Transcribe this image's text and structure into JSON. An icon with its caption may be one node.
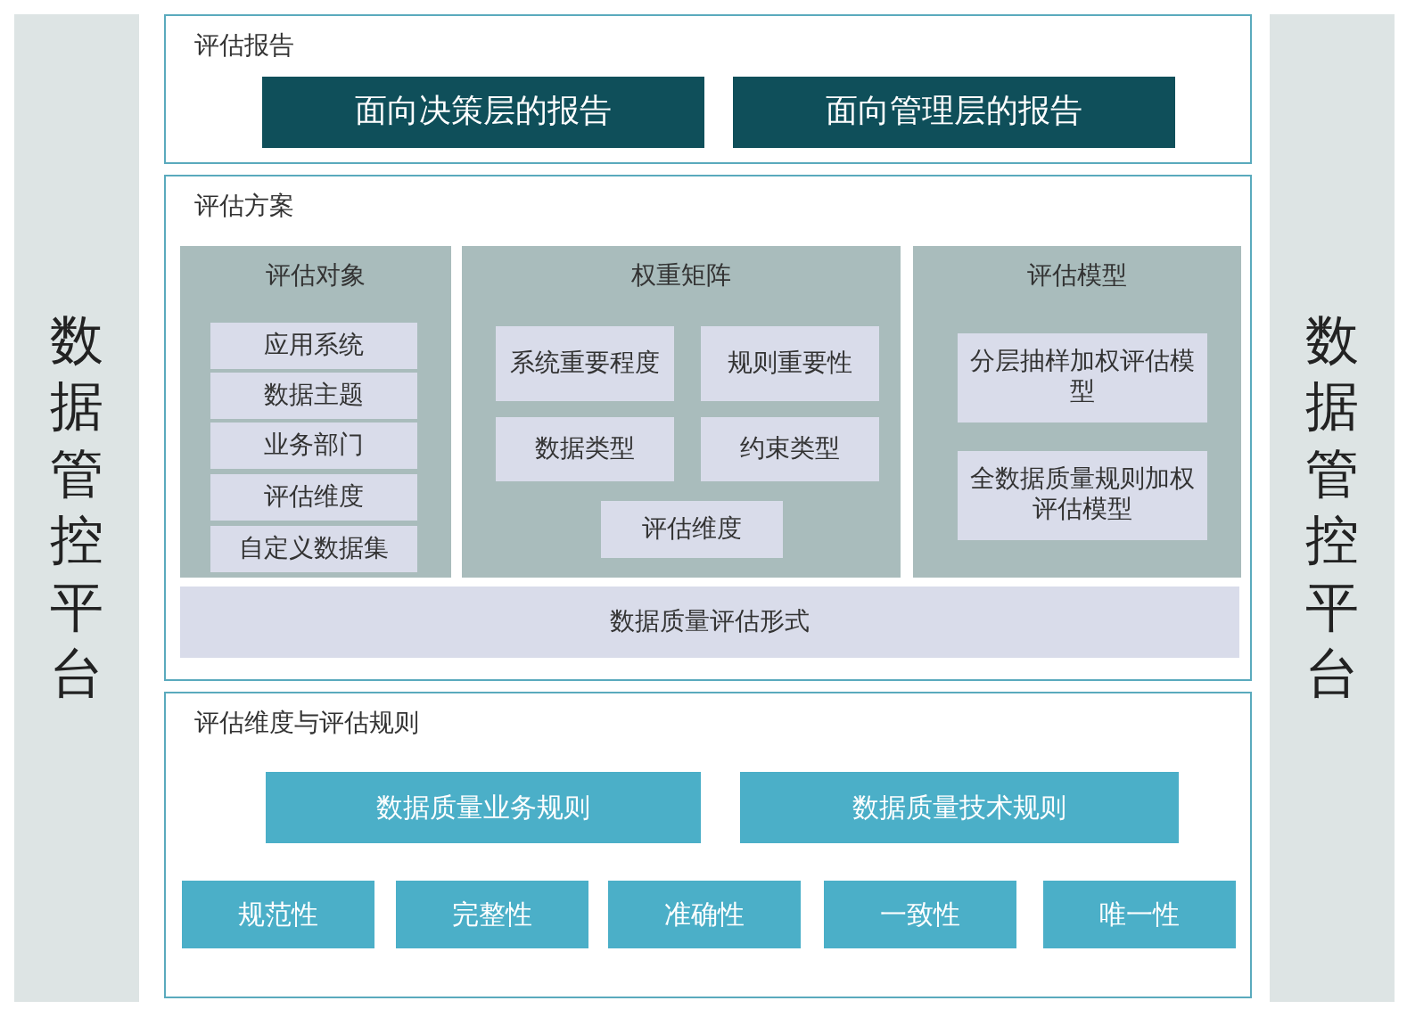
{
  "diagram": {
    "nodes": [
      {
        "text": [
          "数据管控平台"
        ]
      },
      {
        "text": [
          "评估报告"
        ]
      },
      {
        "text": [
          "面向决策层的报告"
        ],
        "in": 1
      },
      {
        "text": [
          "面向管理层的报告"
        ],
        "in": 1
      },
      {
        "text": [
          "评估方案"
        ]
      },
      {
        "text": [
          "评估对象"
        ],
        "in": 4
      },
      {
        "text": [
          "应用系统"
        ],
        "in": 5
      },
      {
        "text": [
          "数据主题"
        ],
        "in": 5
      },
      {
        "text": [
          "业务部门"
        ],
        "in": 5
      },
      {
        "text": [
          "评估维度"
        ],
        "in": 5
      },
      {
        "text": [
          "自定义数据集"
        ],
        "in": 5
      },
      {
        "text": [
          "权重矩阵"
        ],
        "in": 4
      },
      {
        "text": [
          "系统重要程度"
        ],
        "in": 11
      },
      {
        "text": [
          "规则重要性"
        ],
        "in": 11
      },
      {
        "text": [
          "数据类型"
        ],
        "in": 11
      },
      {
        "text": [
          "约束类型"
        ],
        "in": 11
      },
      {
        "text": [
          "评估维度"
        ],
        "in": 11
      },
      {
        "text": [
          "评估模型"
        ],
        "in": 4
      },
      {
        "text": [
          "分层抽样加权评估模型"
        ],
        "in": 17
      },
      {
        "text": [
          "全数据质量规则加权评估模型"
        ],
        "in": 17
      },
      {
        "text": [
          "数据质量评估形式"
        ],
        "in": 4
      },
      {
        "text": [
          "评估维度与评估规则"
        ]
      },
      {
        "text": [
          "数据质量业务规则"
        ],
        "in": 21
      },
      {
        "text": [
          "数据质量技术规则"
        ],
        "in": 21
      },
      {
        "text": [
          "规范性"
        ],
        "in": 21
      },
      {
        "text": [
          "完整性"
        ],
        "in": 21
      },
      {
        "text": [
          "准确性"
        ],
        "in": 21
      },
      {
        "text": [
          "一致性"
        ],
        "in": 21
      },
      {
        "text": [
          "唯一性"
        ],
        "in": 21
      },
      {
        "text": [
          "数据管控平台"
        ]
      }
    ],
    "edges": []
  }
}
